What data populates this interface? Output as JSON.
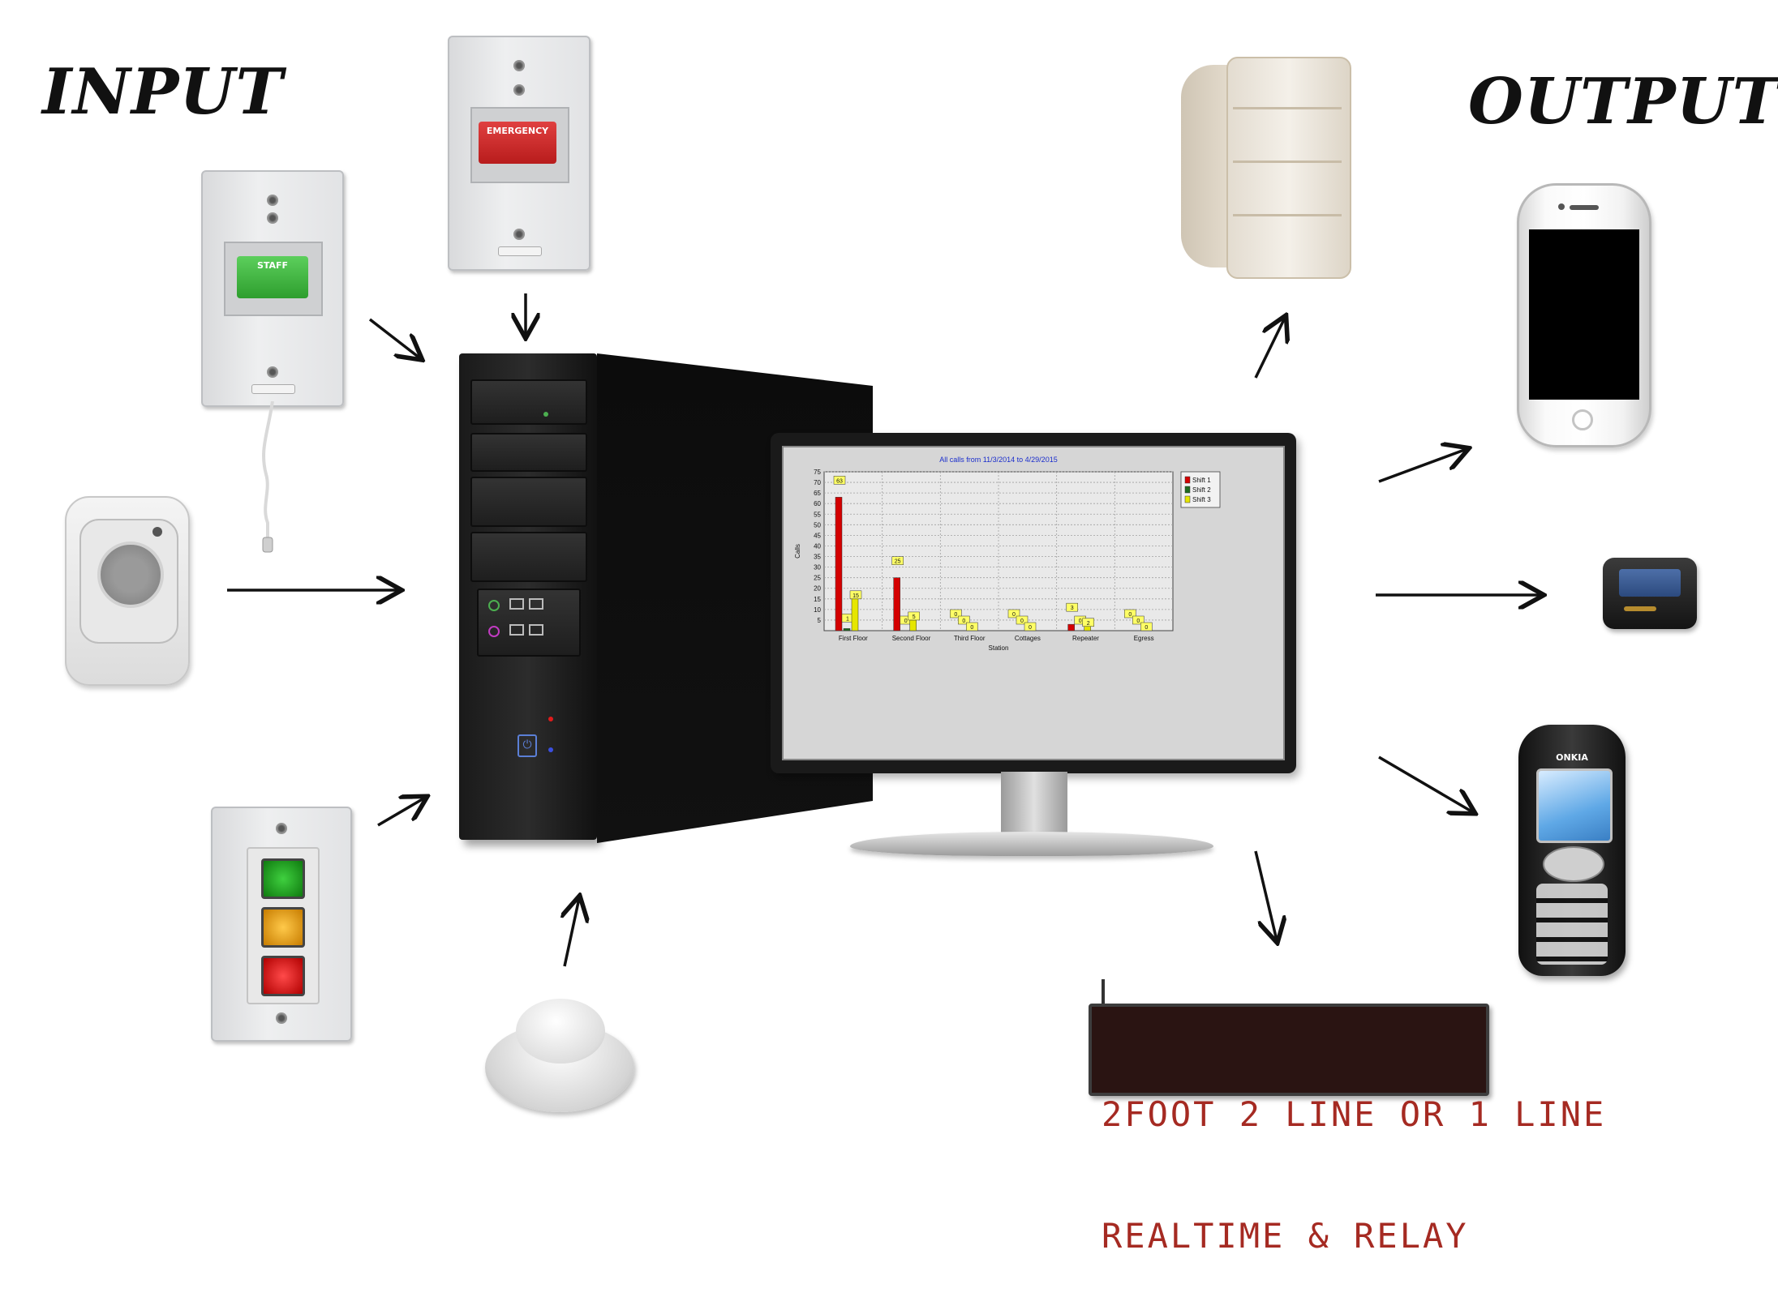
{
  "headings": {
    "input": "INPUT",
    "output": "OUTPUT"
  },
  "devices": {
    "staff_station_label": "STAFF",
    "emergency_station_label": "EMERGENCY",
    "led_sign_line1": "2FOOT 2 LINE OR 1 LINE",
    "led_sign_line2": "REALTIME & RELAY",
    "nokia_brand": "ONKIA"
  },
  "colors": {
    "bar_shift1": "#d40000",
    "bar_shift2": "#1f6b1f",
    "bar_shift3": "#e6e600",
    "label_box": "#ffff66",
    "title_blue": "#1a2dcc"
  },
  "chart_data": {
    "type": "bar",
    "title": "All calls from 11/3/2014 to 4/29/2015",
    "xlabel": "Station",
    "ylabel": "Calls",
    "ylim": [
      0,
      75
    ],
    "yticks": [
      5,
      10,
      15,
      20,
      25,
      30,
      35,
      40,
      45,
      50,
      55,
      60,
      65,
      70,
      75
    ],
    "grid": true,
    "legend_position": "top-right",
    "categories": [
      "First Floor",
      "Second Floor",
      "Third Floor",
      "Cottages",
      "Repeater",
      "Egress"
    ],
    "series": [
      {
        "name": "Shift 1",
        "color": "#d40000",
        "values": [
          63,
          25,
          0,
          0,
          3,
          0
        ]
      },
      {
        "name": "Shift 2",
        "color": "#1f6b1f",
        "values": [
          1,
          0,
          0,
          0,
          0,
          0
        ]
      },
      {
        "name": "Shift 3",
        "color": "#e6e600",
        "values": [
          15,
          5,
          0,
          0,
          2,
          0
        ]
      }
    ]
  }
}
